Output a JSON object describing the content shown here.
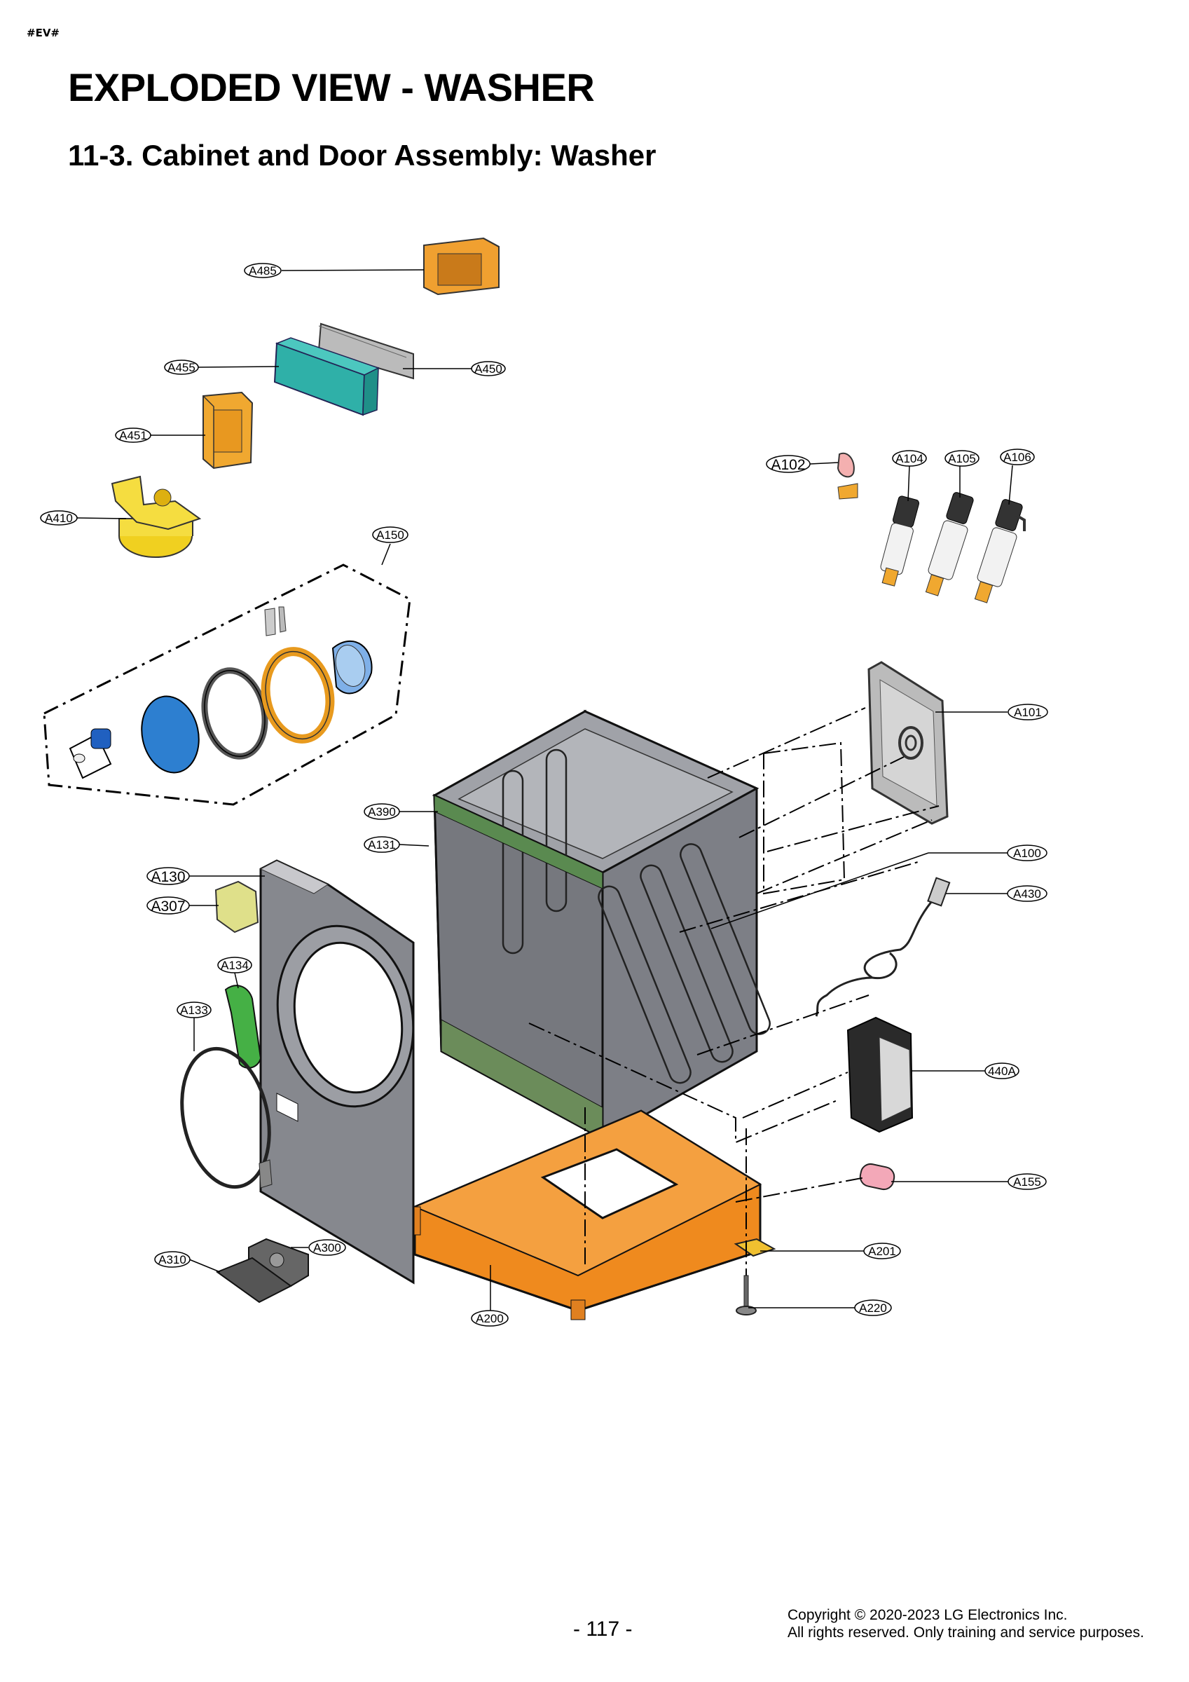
{
  "header": {
    "marker": "#EV#",
    "title": "EXPLODED VIEW - WASHER",
    "subtitle": "11-3. Cabinet and Door Assembly: Washer"
  },
  "callouts": {
    "A485": "A485",
    "A455": "A455",
    "A450": "A450",
    "A451": "A451",
    "A410": "A410",
    "A150": "A150",
    "A102": "A102",
    "A104": "A104",
    "A105": "A105",
    "A106": "A106",
    "A101": "A101",
    "A390": "A390",
    "A131": "A131",
    "A100": "A100",
    "A130": "A130",
    "A307": "A307",
    "A430": "A430",
    "A134": "A134",
    "A133": "A133",
    "440A": "440A",
    "A155": "A155",
    "A300": "A300",
    "A310": "A310",
    "A201": "A201",
    "A220": "A220",
    "A200": "A200"
  },
  "footer": {
    "page_number": "- 117 -",
    "copyright_line1": "Copyright © 2020-2023  LG Electronics Inc.",
    "copyright_line2": "All rights reserved. Only training and service purposes."
  },
  "colors": {
    "cabinet": "#7d7f86",
    "base": "#ef8a1e",
    "control_pcb": "#2fb0a8",
    "bracket": "#f0a830",
    "door_glass": "#2d7fd0",
    "gasket": "#7fb0e8",
    "hinge": "#45b045"
  }
}
